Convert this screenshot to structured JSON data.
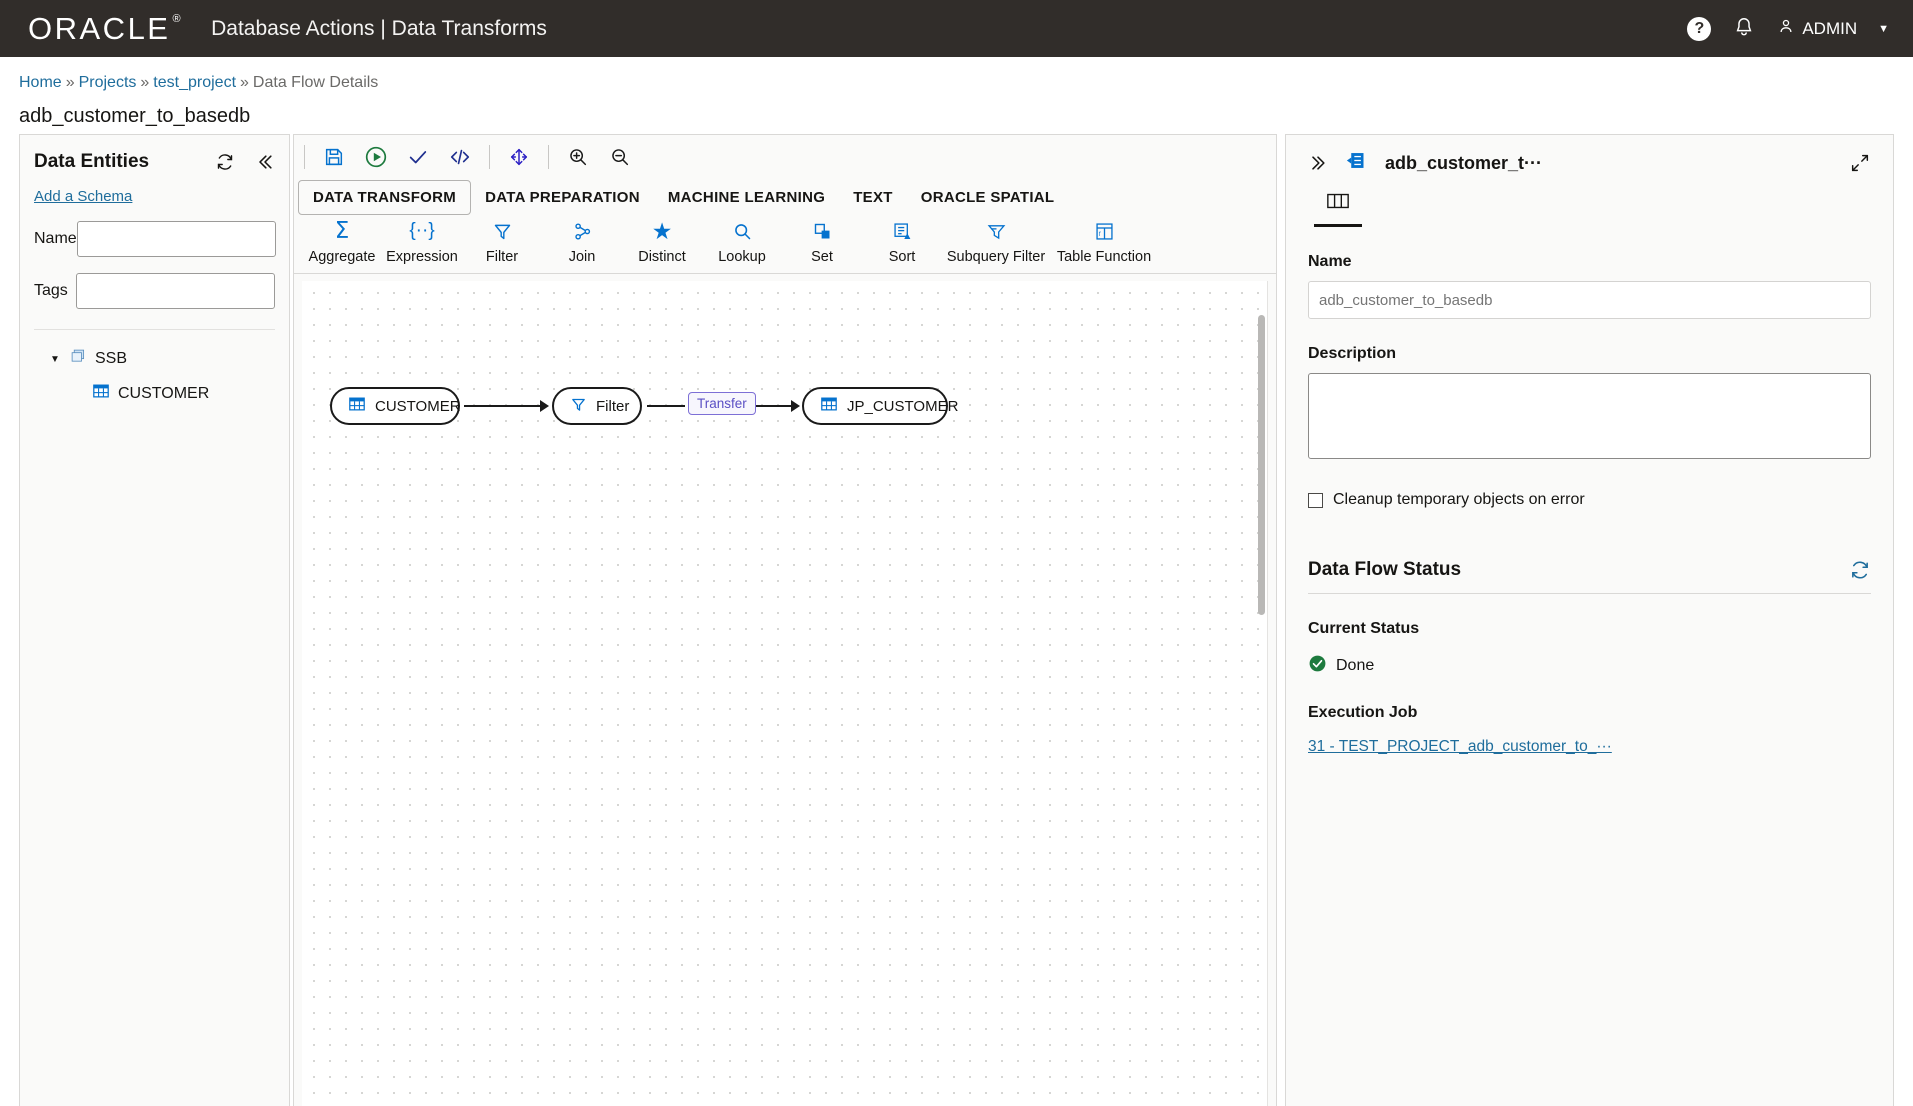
{
  "topbar": {
    "brand": "ORACLE",
    "brand_reg": "®",
    "title": "Database Actions | Data Transforms",
    "help_icon": "help-circle-icon",
    "bell_icon": "notification-bell-icon",
    "user": "ADMIN",
    "user_icon": "user-icon",
    "caret": "▼"
  },
  "breadcrumb": {
    "items": [
      "Home",
      "Projects",
      "test_project",
      "Data Flow Details"
    ],
    "separator": "»"
  },
  "page": {
    "title": "adb_customer_to_basedb"
  },
  "left_panel": {
    "title": "Data Entities",
    "refresh_icon": "refresh-icon",
    "collapse_icon": "double-chevron-left-icon",
    "add_schema": "Add a Schema",
    "name_label": "Name",
    "name_value": "",
    "name_placeholder": "",
    "tags_label": "Tags",
    "tags_value": "",
    "tags_placeholder": "",
    "tree": [
      {
        "label": "SSB",
        "level": 1,
        "icon": "schema-icon",
        "expanded": true,
        "twisty": "▼"
      },
      {
        "label": "CUSTOMER",
        "level": 2,
        "icon": "table-icon",
        "expanded": false,
        "twisty": ""
      }
    ]
  },
  "canvas_toolbar": {
    "icons": [
      {
        "name": "save-icon",
        "title": "Save"
      },
      {
        "name": "run-icon",
        "title": "Run"
      },
      {
        "name": "validate-check-icon",
        "title": "Validate"
      },
      {
        "name": "code-icon",
        "title": "Code"
      },
      {
        "name": "fit-screen-icon",
        "title": "Fit to screen"
      },
      {
        "name": "zoom-in-icon",
        "title": "Zoom In"
      },
      {
        "name": "zoom-out-icon",
        "title": "Zoom Out"
      }
    ],
    "tabs": [
      {
        "label": "DATA TRANSFORM",
        "active": true
      },
      {
        "label": "DATA PREPARATION",
        "active": false
      },
      {
        "label": "MACHINE LEARNING",
        "active": false
      },
      {
        "label": "TEXT",
        "active": false
      },
      {
        "label": "ORACLE SPATIAL",
        "active": false
      }
    ],
    "tools": [
      {
        "label": "Aggregate",
        "icon": "sigma-icon",
        "glyph": "Σ"
      },
      {
        "label": "Expression",
        "icon": "expression-icon",
        "glyph": "{··}"
      },
      {
        "label": "Filter",
        "icon": "filter-funnel-icon",
        "glyph": ""
      },
      {
        "label": "Join",
        "icon": "join-icon",
        "glyph": ""
      },
      {
        "label": "Distinct",
        "icon": "star-icon",
        "glyph": "★"
      },
      {
        "label": "Lookup",
        "icon": "magnifier-icon",
        "glyph": ""
      },
      {
        "label": "Set",
        "icon": "set-shapes-icon",
        "glyph": ""
      },
      {
        "label": "Sort",
        "icon": "sort-icon",
        "glyph": ""
      },
      {
        "label": "Subquery Filter",
        "icon": "subquery-filter-icon",
        "glyph": ""
      },
      {
        "label": "Table Function",
        "icon": "table-function-icon",
        "glyph": ""
      }
    ]
  },
  "diagram": {
    "nodes": [
      {
        "id": "source",
        "label": "CUSTOMER",
        "icon": "table-icon"
      },
      {
        "id": "filter",
        "label": "Filter",
        "icon": "filter-funnel-icon"
      },
      {
        "id": "target",
        "label": "JP_CUSTOMER",
        "icon": "table-icon"
      }
    ],
    "transfer_badge": "Transfer"
  },
  "right_panel": {
    "collapse_icon": "double-chevron-right-icon",
    "panel_icon": "data-flow-properties-icon",
    "title": "adb_customer_t···",
    "expand_icon": "expand-diagonal-icon",
    "tab_icon": "columns-panel-icon",
    "name_label": "Name",
    "name_value": "",
    "name_placeholder": "adb_customer_to_basedb",
    "description_label": "Description",
    "description_value": "",
    "description_placeholder": "",
    "cleanup_label": "Cleanup temporary objects on error",
    "cleanup_checked": false,
    "status_section_title": "Data Flow Status",
    "status_refresh_icon": "refresh-icon",
    "current_status_label": "Current Status",
    "current_status_value": "Done",
    "current_status_icon": "success-check-icon",
    "execution_job_label": "Execution Job",
    "execution_job_value": "31 - TEST_PROJECT_adb_customer_to_···"
  },
  "colors": {
    "brand_dark": "#312d2a",
    "link": "#1f6d9c",
    "tool_blue": "#0572ce",
    "success_green": "#1d7a3e",
    "transfer_purple": "#5a4fc4"
  }
}
